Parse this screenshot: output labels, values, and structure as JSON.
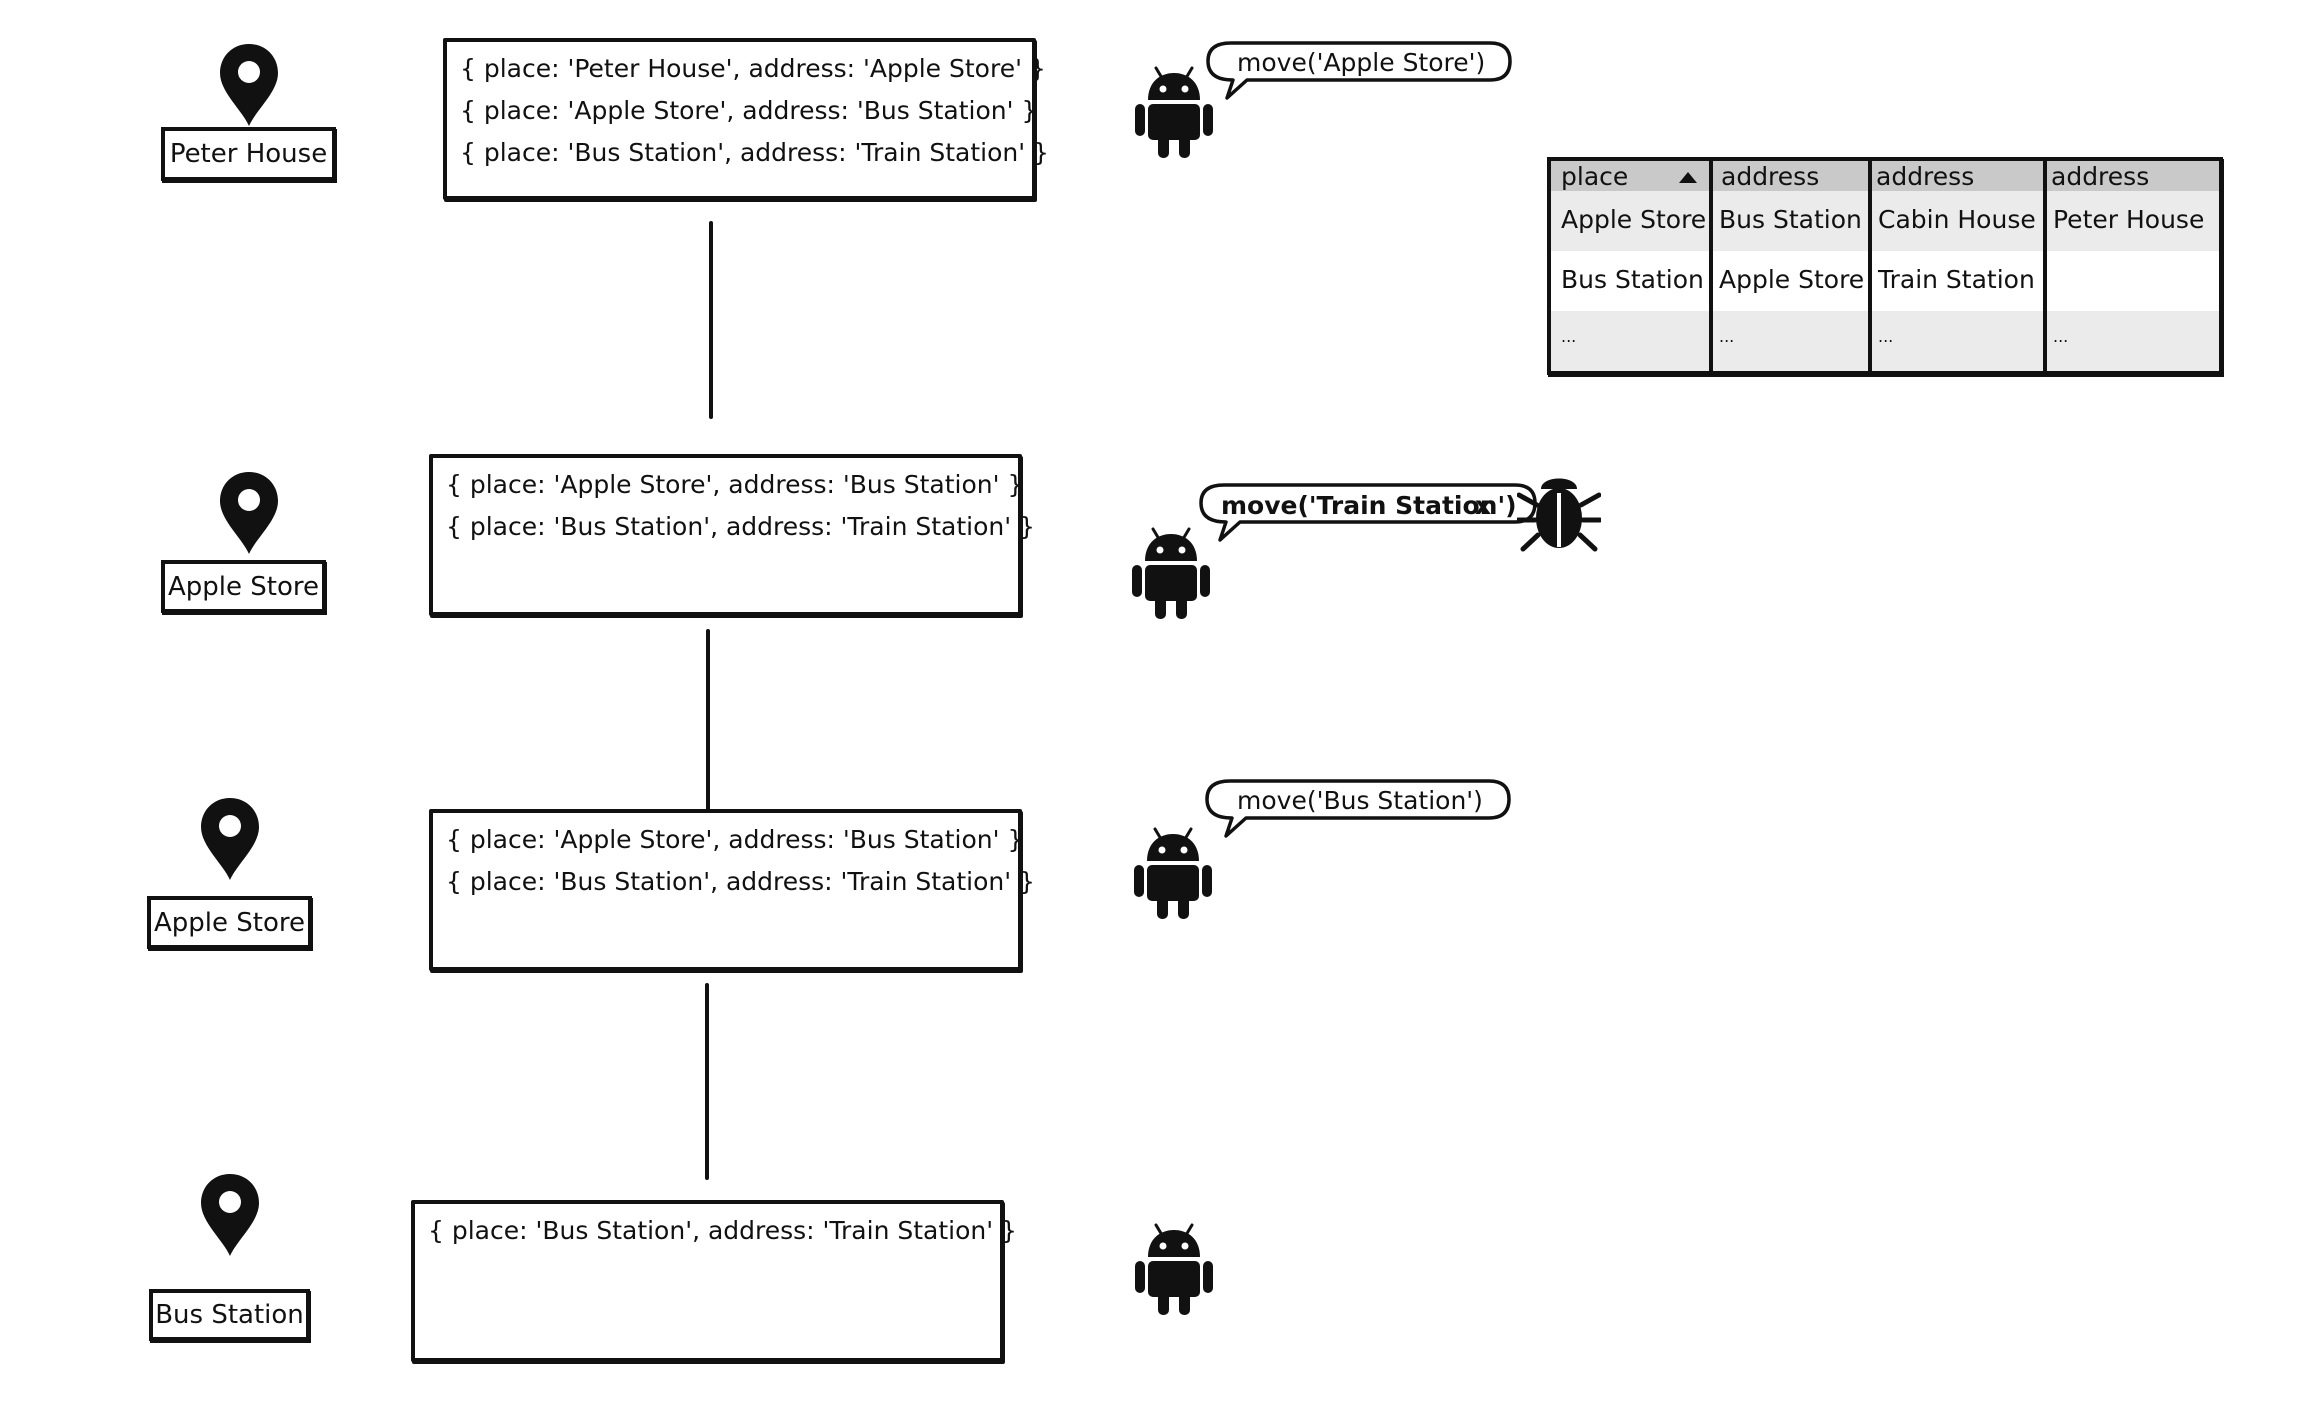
{
  "steps": [
    {
      "location": "Peter House",
      "records": [
        "{ place: 'Peter House', address: 'Apple Store' }",
        "{ place: 'Apple Store', address: 'Bus Station' }",
        "{ place: 'Bus Station', address: 'Train Station' }"
      ],
      "action": "move('Apple Store')"
    },
    {
      "location": "Apple Store",
      "records": [
        "{ place: 'Apple Store', address: 'Bus Station' }",
        "{ place: 'Bus Station', address: 'Train Station' }"
      ],
      "action": "move('Train Station')",
      "action_mark": "x",
      "action_error_icon": "bug-icon"
    },
    {
      "location": "Apple Store",
      "records": [
        "{ place: 'Apple Store', address: 'Bus Station' }",
        "{ place: 'Bus Station', address: 'Train Station' }"
      ],
      "action": "move('Bus Station')"
    },
    {
      "location": "Bus Station",
      "records": [
        "{ place: 'Bus Station', address: 'Train Station' }"
      ]
    }
  ],
  "table": {
    "headers": [
      "place",
      "address",
      "address",
      "address"
    ],
    "sorted_column": "place",
    "sort_direction": "ascending",
    "rows": [
      [
        "Apple Store",
        "Bus Station",
        "Cabin House",
        "Peter House"
      ],
      [
        "Bus Station",
        "Apple Store",
        "Train Station",
        ""
      ],
      [
        "...",
        "...",
        "...",
        "..."
      ]
    ]
  },
  "icons": {
    "location": "map-pin-icon",
    "agent": "android-robot-icon",
    "error": "bug-icon",
    "sort": "sort-ascending-icon"
  }
}
